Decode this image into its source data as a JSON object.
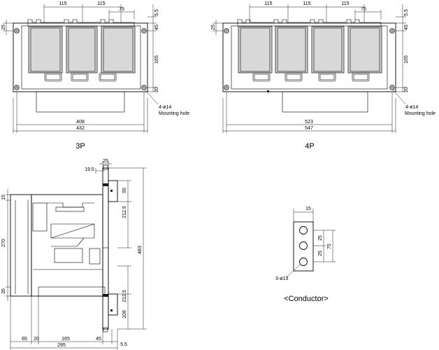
{
  "views": {
    "p3": {
      "label": "3P",
      "dims": {
        "pitch_a": "115",
        "pitch_b": "115",
        "terminal_w": "75",
        "top_edge": "5.5",
        "top_left": "25",
        "top_right": "45",
        "height": "165",
        "bottom_right": "20",
        "inner_w": "408",
        "outer_w": "432"
      },
      "hole_callout": "4-ø14",
      "hole_note": "Mounting hole"
    },
    "p4": {
      "label": "4P",
      "dims": {
        "pitch_a": "115",
        "pitch_b": "115",
        "pitch_c": "115",
        "terminal_w": "75",
        "top_edge": "5.5",
        "top_left": "25",
        "top_right": "45",
        "height": "165",
        "bottom_right": "20",
        "inner_w": "523",
        "outer_w": "547"
      },
      "hole_callout": "4-ø14",
      "hole_note": "Mounting hole"
    },
    "side": {
      "dims": {
        "top_width": "25",
        "top_offset": "19.5",
        "left_top": "15",
        "left_mid": "270",
        "left_bottom": "35",
        "right_upper": "55",
        "right_upper2": "212.5",
        "right_lower": "212.5",
        "right_lower2": "108",
        "overall_h": "483",
        "base_a": "65",
        "base_b": "20",
        "base_c": "165",
        "base_d": "45",
        "base_e": "5.5",
        "overall_w": "295"
      }
    },
    "conductor": {
      "label": "<Conductor>",
      "dims": {
        "width": "15",
        "pitch_1": "25",
        "pitch_2": "25",
        "total": "75"
      },
      "hole_callout": "3-ø13"
    }
  }
}
